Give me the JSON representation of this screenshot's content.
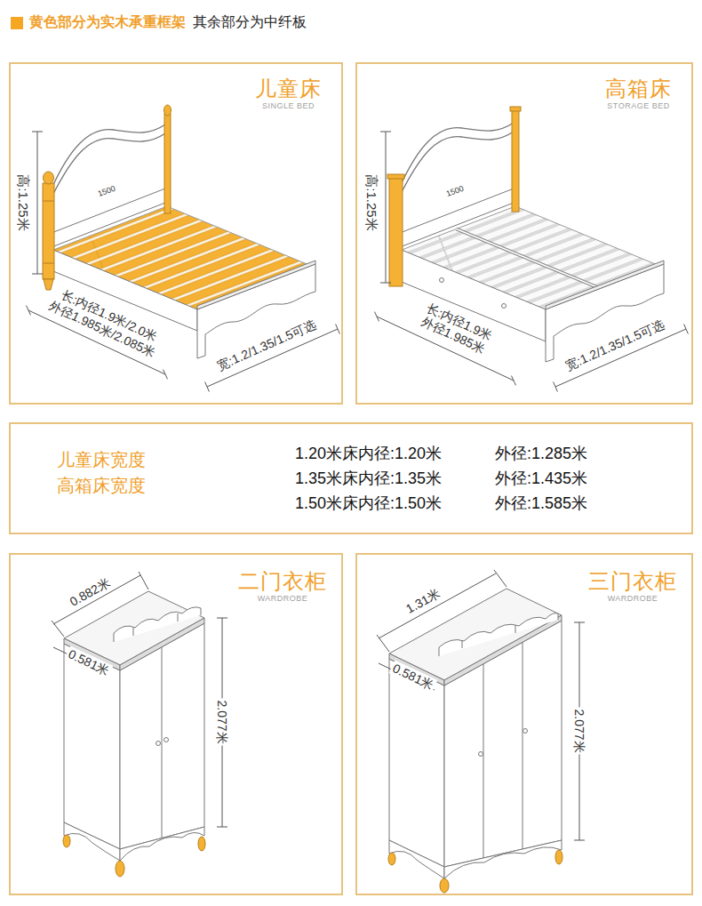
{
  "diagram": {
    "nodes": [
      {
        "text": [
          "儿童床",
          "SINGLE BED"
        ]
      },
      {
        "text": [
          "高箱床",
          "STORAGE BED"
        ]
      },
      {
        "text": [
          "儿童床宽度 高箱床宽度"
        ]
      },
      {
        "text": [
          "二门衣柜",
          "WARDROBE"
        ]
      },
      {
        "text": [
          "三门衣柜",
          "WARDROBE"
        ]
      }
    ],
    "labels": [
      "其余部分为中纤板",
      "高:1.25米",
      "1500",
      "长:内径1.9米/2.0米",
      "外径1.985米/2.085米",
      "宽:1.2/1.35/1.5可选",
      "高:1.25米",
      "1500",
      "长:内径1.9米",
      "外径1.985米",
      "宽:1.2/1.35/1.5可选",
      "1.20米床内径:1.20米",
      "外径:1.285米",
      "1.35米床内径:1.35米",
      "外径:1.435米",
      "1.50米床内径:1.50米",
      "外径:1.585米",
      "0.882米",
      "0.581米",
      "2.077米",
      "1.31米",
      "0.581米",
      "2.077米"
    ],
    "legend": [
      {
        "text": "黄色部分为实木承重框架",
        "color": "#f5a623"
      }
    ]
  }
}
